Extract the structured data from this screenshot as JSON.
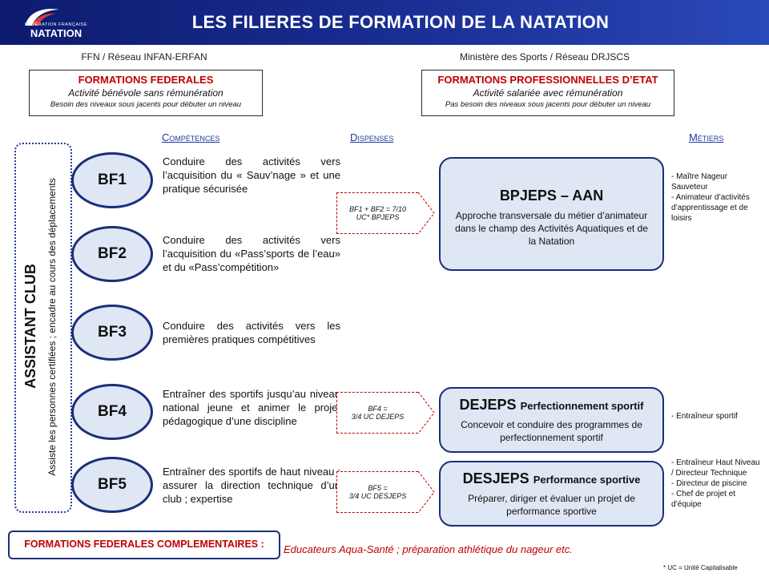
{
  "header": {
    "title": "LES FILIERES DE FORMATION DE LA NATATION",
    "logo_small": "FÉDÉRATION FRANÇAISE",
    "logo_main": "NATATION"
  },
  "left_network": "FFN / Réseau INFAN-ERFAN",
  "right_network": "Ministère des Sports / Réseau DRJSCS",
  "federal_box": {
    "title": "FORMATIONS FEDERALES",
    "line1": "Activité bénévole sans rémunération",
    "line2": "Besoin des niveaux sous jacents pour débuter un niveau"
  },
  "pro_box": {
    "title": "FORMATIONS PROFESSIONNELLES D’ETAT",
    "line1": "Activité salariée avec rémunération",
    "line2": "Pas besoin des niveaux sous jacents pour débuter un niveau"
  },
  "columns": {
    "competences": "Compétences",
    "dispenses": "Dispenses",
    "metiers": "Métiers"
  },
  "assistant": {
    "title": "ASSISTANT CLUB",
    "subtitle": "Assiste les personnes certifiées ; encadre au cours des déplacements"
  },
  "levels": [
    {
      "label": "BF1",
      "competence": "Conduire des activités vers l’acquisition du « Sauv’nage » et une pratique sécurisée"
    },
    {
      "label": "BF2",
      "competence": "Conduire des activités vers l’acquisition du «Pass’sports de l’eau» et du «Pass’compétition»"
    },
    {
      "label": "BF3",
      "competence": "Conduire des activités vers les premières pratiques compétitives"
    },
    {
      "label": "BF4",
      "competence": "Entraîner des sportifs jusqu’au niveau national jeune et animer le projet pédagogique d’une discipline"
    },
    {
      "label": "BF5",
      "competence": "Entraîner des sportifs de haut niveau ; assurer la direction technique d’un club ; expertise"
    }
  ],
  "dispenses": [
    {
      "line1": "BF1 + BF2 = 7/10",
      "line2": "UC* BPJEPS"
    },
    {
      "line1": "BF4 =",
      "line2": "3/4 UC DEJEPS"
    },
    {
      "line1": "BF5 =",
      "line2": "3/4 UC DESJEPS"
    }
  ],
  "diplomas": [
    {
      "title": "BPJEPS – AAN",
      "subtitle": "",
      "description": "Approche transversale du métier d’animateur dans le champ des Activités Aquatiques et de la Natation"
    },
    {
      "title": "DEJEPS",
      "subtitle": "Perfectionnement sportif",
      "description": "Concevoir et conduire des programmes de perfectionnement sportif"
    },
    {
      "title": "DESJEPS",
      "subtitle": "Performance sportive",
      "description": "Préparer, diriger et évaluer un projet de performance sportive"
    }
  ],
  "jobs": [
    [
      "- Maître Nageur Sauveteur",
      "- Animateur d’activités d’apprentissage et de loisirs"
    ],
    [
      "- Entraîneur sportif"
    ],
    [
      "- Entraîneur Haut Niveau / Directeur Technique",
      "- Directeur de piscine",
      "- Chef de projet et d’équipe"
    ]
  ],
  "bottom": {
    "label": "FORMATIONS FEDERALES COMPLEMENTAIRES :",
    "text": "Educateurs Aqua-Santé ; préparation athlétique du nageur etc."
  },
  "footnote": "* UC = Unité Capitalisable",
  "colors": {
    "header": "#1a2f95",
    "accent_red": "#c00000",
    "border_blue": "#1a2f7a",
    "fill_blue": "#dfe7f4"
  }
}
